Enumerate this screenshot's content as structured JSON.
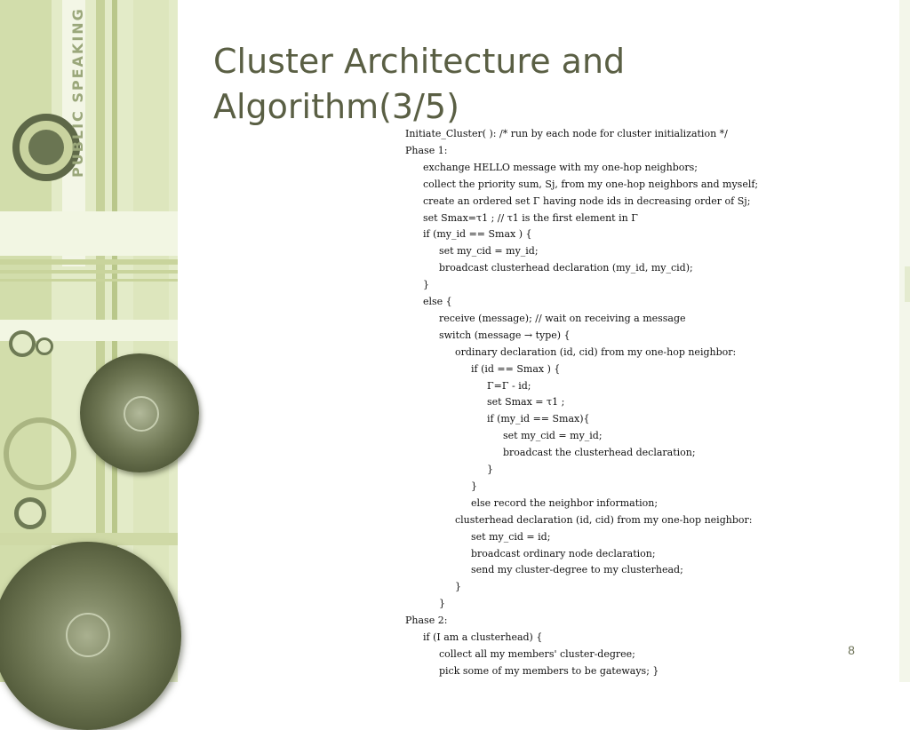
{
  "slide": {
    "decoration_text": "PUBLIC SPEAKING",
    "title_lines": [
      "Cluster Architecture and",
      "Algorithm(3/5)"
    ],
    "page_number": "8"
  },
  "algorithm": {
    "lines": [
      {
        "indent": 0,
        "text": "Initiate_Cluster( ):  /* run by each node for cluster initialization */"
      },
      {
        "indent": 0,
        "text": "Phase 1:"
      },
      {
        "indent": 1,
        "text": "exchange HELLO message with my one-hop neighbors;"
      },
      {
        "indent": 1,
        "text": "collect the priority sum, Sj, from my one-hop neighbors and myself;"
      },
      {
        "indent": 1,
        "text": "create an ordered set Γ having node ids in decreasing order of Sj;"
      },
      {
        "indent": 1,
        "text": "set Smax=τ1 ; // τ1 is the first element in Γ"
      },
      {
        "indent": 1,
        "text": "if (my_id == Smax ) {"
      },
      {
        "indent": 2,
        "text": "set my_cid = my_id;"
      },
      {
        "indent": 2,
        "text": "broadcast clusterhead declaration (my_id, my_cid);"
      },
      {
        "indent": 1,
        "text": "}"
      },
      {
        "indent": 1,
        "text": "else {"
      },
      {
        "indent": 2,
        "text": "receive (message); // wait on receiving a message"
      },
      {
        "indent": 2,
        "text": "switch (message → type) {"
      },
      {
        "indent": 3,
        "text": "ordinary declaration (id, cid) from my one-hop neighbor:"
      },
      {
        "indent": 4,
        "text": "if (id == Smax ) {"
      },
      {
        "indent": 5,
        "text": "Γ=Γ - id;"
      },
      {
        "indent": 5,
        "text": "set Smax = τ1 ;"
      },
      {
        "indent": 5,
        "text": "if (my_id == Smax){"
      },
      {
        "indent": 6,
        "text": "set my_cid = my_id;"
      },
      {
        "indent": 6,
        "text": "broadcast the clusterhead declaration;"
      },
      {
        "indent": 5,
        "text": "}"
      },
      {
        "indent": 4,
        "text": "}"
      },
      {
        "indent": 4,
        "text": "else    record the neighbor information;"
      },
      {
        "indent": 3,
        "text": "clusterhead declaration (id, cid) from my one-hop neighbor:"
      },
      {
        "indent": 4,
        "text": "set my_cid = id;"
      },
      {
        "indent": 4,
        "text": "broadcast ordinary node declaration;"
      },
      {
        "indent": 4,
        "text": "send my cluster-degree to my clusterhead;"
      },
      {
        "indent": 3,
        "text": "}"
      },
      {
        "indent": 2,
        "text": "}"
      },
      {
        "indent": 0,
        "text": "Phase 2:"
      },
      {
        "indent": 1,
        "text": "if (I am a clusterhead) {"
      },
      {
        "indent": 2,
        "text": "collect all my members' cluster-degree;"
      },
      {
        "indent": 2,
        "text": "pick some of my members to be gateways; }"
      }
    ]
  }
}
